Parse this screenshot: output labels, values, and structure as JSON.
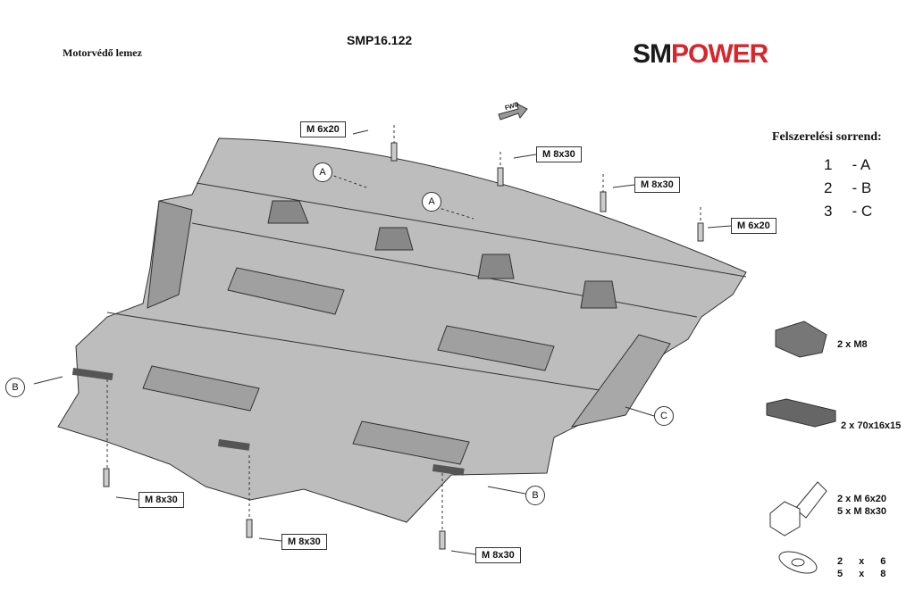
{
  "header": {
    "subtitle": "Motorvédő lemez",
    "code": "SMP16.122",
    "logo": {
      "sm": "SM",
      "power": "POWER"
    }
  },
  "order": {
    "title": "Felszerelési sorrend:",
    "rows": [
      {
        "n": "1",
        "l": "- A"
      },
      {
        "n": "2",
        "l": "- B"
      },
      {
        "n": "3",
        "l": "- C"
      }
    ]
  },
  "fwd": "FWD",
  "labels": {
    "m6_top": "M 6x20",
    "m8_top1": "M 8x30",
    "m8_top2": "M 8x30",
    "m6_right": "M 6x20",
    "m8_bl": "M 8x30",
    "m8_bm": "M 8x30",
    "m8_br": "M 8x30"
  },
  "callouts": {
    "a1": "A",
    "a2": "A",
    "b1": "B",
    "b2": "B",
    "c": "C"
  },
  "parts": {
    "nut": "2 x M8",
    "spacer": "2 x 70x16x15",
    "bolt1": "2 x M 6x20",
    "bolt2": "5 x M 8x30",
    "washer": [
      [
        "2",
        "x",
        "6"
      ],
      [
        "5",
        "x",
        "8"
      ]
    ]
  },
  "colors": {
    "plate": "#b8b8b8",
    "logo_red": "#d8262c"
  }
}
